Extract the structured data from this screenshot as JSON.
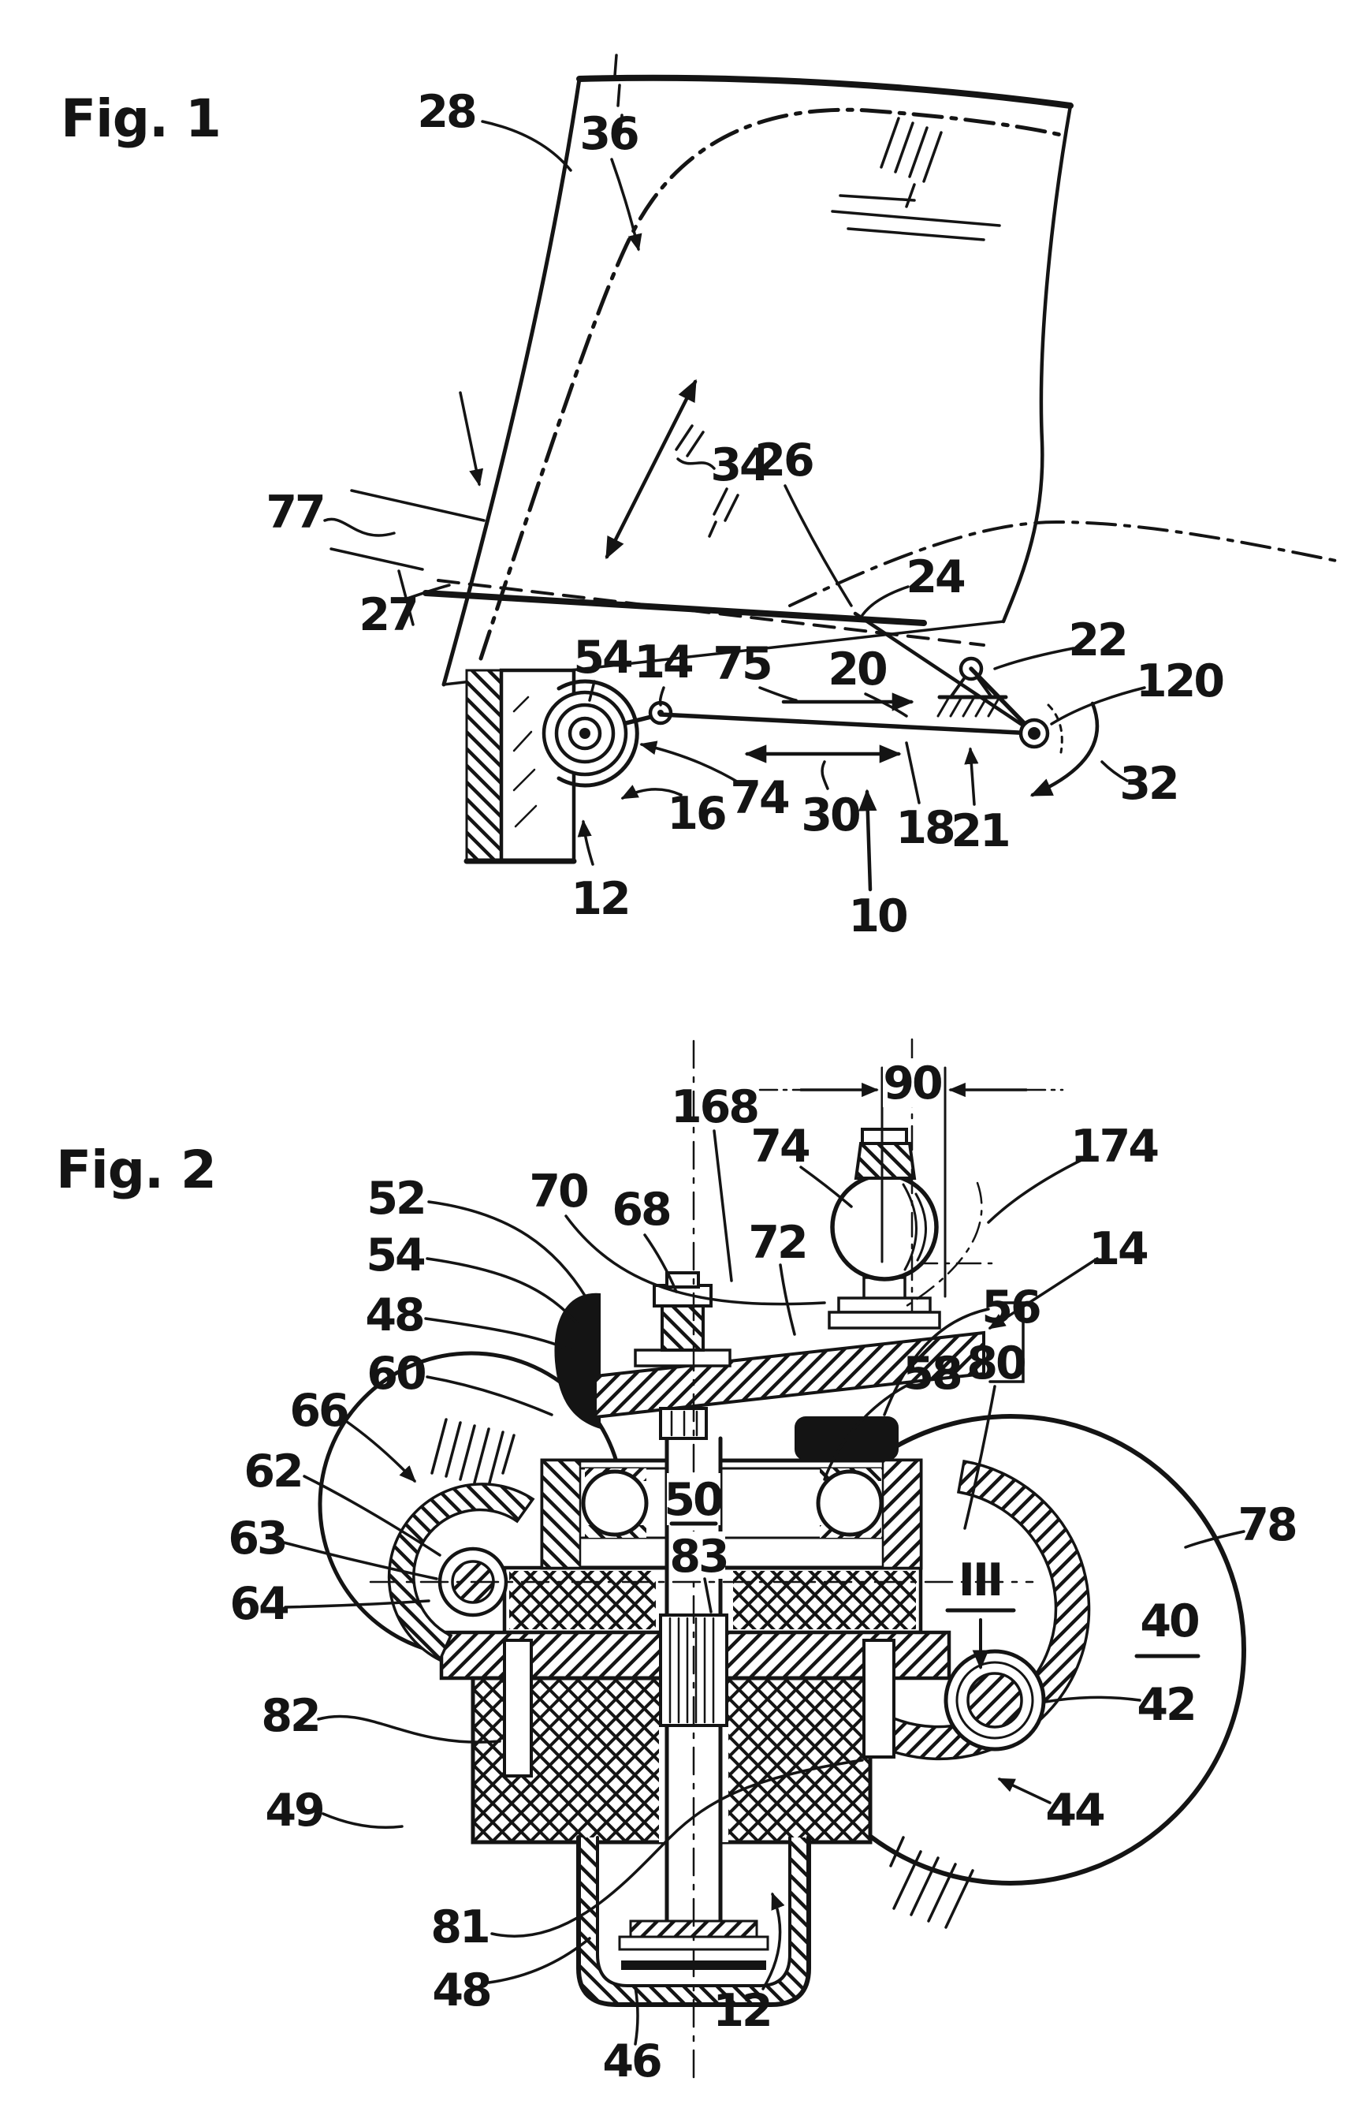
{
  "page": {
    "background": "#ffffff",
    "ink_color": "#141414"
  },
  "figure1": {
    "caption": "Fig. 1",
    "labels": [
      {
        "ref": "28"
      },
      {
        "ref": "36"
      },
      {
        "ref": "34"
      },
      {
        "ref": "26"
      },
      {
        "ref": "77"
      },
      {
        "ref": "27"
      },
      {
        "ref": "24"
      },
      {
        "ref": "54"
      },
      {
        "ref": "14"
      },
      {
        "ref": "75"
      },
      {
        "ref": "20"
      },
      {
        "ref": "22"
      },
      {
        "ref": "120"
      },
      {
        "ref": "32"
      },
      {
        "ref": "74"
      },
      {
        "ref": "16"
      },
      {
        "ref": "30"
      },
      {
        "ref": "18"
      },
      {
        "ref": "21"
      },
      {
        "ref": "10"
      },
      {
        "ref": "12"
      }
    ]
  },
  "figure2": {
    "caption": "Fig. 2",
    "labels": [
      {
        "ref": "168"
      },
      {
        "ref": "90"
      },
      {
        "ref": "74"
      },
      {
        "ref": "174"
      },
      {
        "ref": "68"
      },
      {
        "ref": "70"
      },
      {
        "ref": "72"
      },
      {
        "ref": "14"
      },
      {
        "ref": "52"
      },
      {
        "ref": "54"
      },
      {
        "ref": "48"
      },
      {
        "ref": "60"
      },
      {
        "ref": "66"
      },
      {
        "ref": "62"
      },
      {
        "ref": "63"
      },
      {
        "ref": "64"
      },
      {
        "ref": "82"
      },
      {
        "ref": "49"
      },
      {
        "ref": "81"
      },
      {
        "ref": "48"
      },
      {
        "ref": "46"
      },
      {
        "ref": "12"
      },
      {
        "ref": "44"
      },
      {
        "ref": "42"
      },
      {
        "ref": "40"
      },
      {
        "ref": "III"
      },
      {
        "ref": "56"
      },
      {
        "ref": "58"
      },
      {
        "ref": "80"
      },
      {
        "ref": "78"
      },
      {
        "ref": "50"
      },
      {
        "ref": "83"
      }
    ]
  }
}
